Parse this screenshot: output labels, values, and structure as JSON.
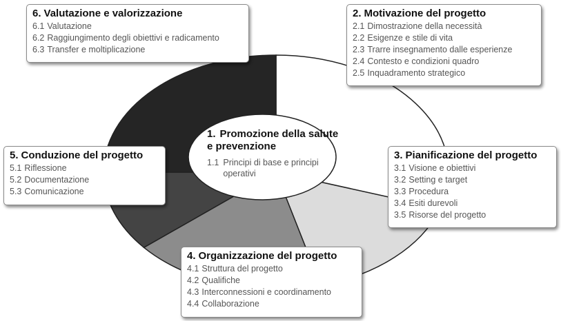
{
  "center": {
    "number": "1.",
    "title": "Promozione della salute e prevenzione",
    "item_number": "1.1",
    "item_text": "Principi di base e principi operativi"
  },
  "sections": [
    {
      "id": "box6",
      "number": "6.",
      "title": "Valutazione e valorizzazione",
      "items": [
        {
          "number": "6.1",
          "text": "Valutazione"
        },
        {
          "number": "6.2",
          "text": "Raggiungimento degli obiettivi e radicamento"
        },
        {
          "number": "6.3",
          "text": "Transfer e moltiplicazione"
        }
      ]
    },
    {
      "id": "box2",
      "number": "2.",
      "title": "Motivazione del progetto",
      "items": [
        {
          "number": "2.1",
          "text": "Dimostrazione della necessità"
        },
        {
          "number": "2.2",
          "text": "Esigenze e stile di vita"
        },
        {
          "number": "2.3",
          "text": "Trarre insegnamento dalle esperienze"
        },
        {
          "number": "2.4",
          "text": "Contesto e condizioni quadro"
        },
        {
          "number": "2.5",
          "text": "Inquadramento strategico"
        }
      ]
    },
    {
      "id": "box5",
      "number": "5.",
      "title": "Conduzione del progetto",
      "items": [
        {
          "number": "5.1",
          "text": "Riflessione"
        },
        {
          "number": "5.2",
          "text": "Documentazione"
        },
        {
          "number": "5.3",
          "text": "Comunicazione"
        }
      ]
    },
    {
      "id": "box3",
      "number": "3.",
      "title": "Pianificazione del progetto",
      "items": [
        {
          "number": "3.1",
          "text": "Visione e obiettivi"
        },
        {
          "number": "3.2",
          "text": "Setting e target"
        },
        {
          "number": "3.3",
          "text": "Procedura"
        },
        {
          "number": "3.4",
          "text": "Esiti durevoli"
        },
        {
          "number": "3.5",
          "text": "Risorse del progetto"
        }
      ]
    },
    {
      "id": "box4",
      "number": "4.",
      "title": "Organizzazione del progetto",
      "items": [
        {
          "number": "4.1",
          "text": "Struttura del progetto"
        },
        {
          "number": "4.2",
          "text": "Qualifiche"
        },
        {
          "number": "4.3",
          "text": "Interconnessioni e coordinamento"
        },
        {
          "number": "4.4",
          "text": "Collaborazione"
        }
      ]
    }
  ],
  "colors": {
    "segment_motivazione": "#ffffff",
    "segment_pianificazione": "#dcdcdc",
    "segment_organizzazione": "#8c8c8c",
    "segment_conduzione": "#444444",
    "segment_valutazione": "#252525",
    "outline": "#222222"
  }
}
